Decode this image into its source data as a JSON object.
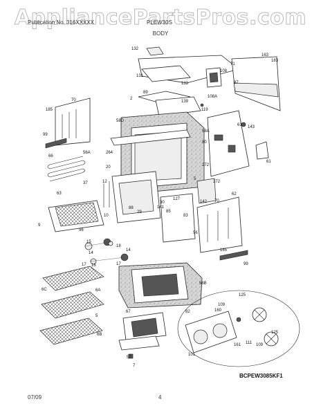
{
  "watermark": "AppliancePartsPros.com",
  "header": {
    "publication": "Publication No. 316XXXXX",
    "model": "PLEW30S",
    "section": "BODY"
  },
  "diagram_code": "BCPEW3085KF1",
  "footer": {
    "date": "07/09",
    "page": "4"
  },
  "callouts": [
    "132",
    "163",
    "183",
    "71",
    "131",
    "108",
    "133",
    "87",
    "89",
    "108A",
    "2",
    "139",
    "119",
    "185",
    "70",
    "58D",
    "58A",
    "143",
    "99",
    "61",
    "264",
    "56A",
    "80",
    "272",
    "66",
    "20",
    "61",
    "12",
    "37",
    "63",
    "272",
    "5",
    "127",
    "141",
    "62",
    "142",
    "70",
    "30",
    "85",
    "29",
    "83",
    "9",
    "10",
    "88",
    "96",
    "56",
    "15",
    "14",
    "165",
    "17",
    "18",
    "99",
    "16",
    "14",
    "17",
    "58B",
    "6C",
    "6A",
    "82",
    "67",
    "125",
    "109",
    "5",
    "111",
    "125",
    "160",
    "101",
    "6B",
    "7",
    "57",
    "161",
    "109"
  ]
}
